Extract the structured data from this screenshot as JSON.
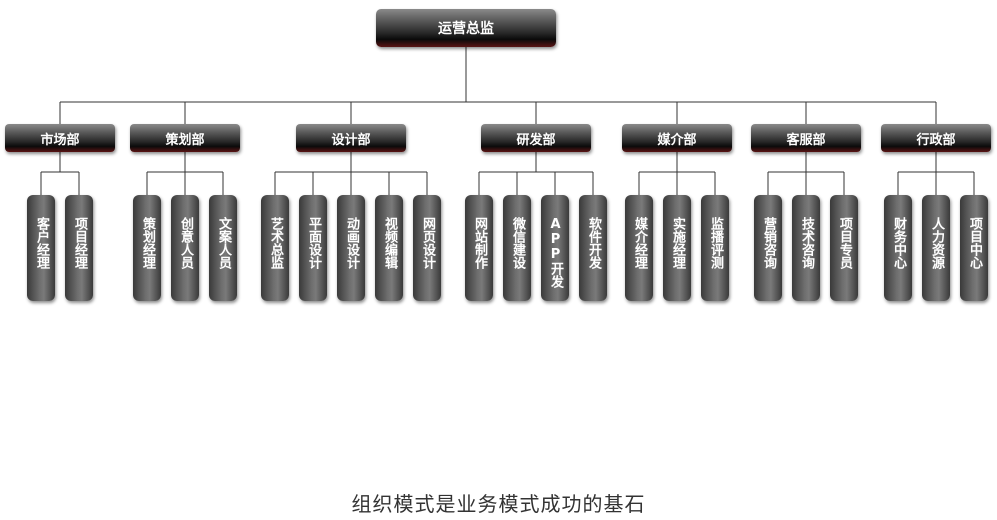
{
  "org": {
    "top": "运营总监",
    "departments": [
      {
        "name": "市场部",
        "roles": [
          "客户经理",
          "项目经理"
        ]
      },
      {
        "name": "策划部",
        "roles": [
          "策划经理",
          "创意人员",
          "文案人员"
        ]
      },
      {
        "name": "设计部",
        "roles": [
          "艺术总监",
          "平面设计",
          "动画设计",
          "视频编辑",
          "网页设计"
        ]
      },
      {
        "name": "研发部",
        "roles": [
          "网站制作",
          "微信建设",
          "APP开发",
          "软件开发"
        ]
      },
      {
        "name": "媒介部",
        "roles": [
          "媒介经理",
          "实施经理",
          "监播评测"
        ]
      },
      {
        "name": "客服部",
        "roles": [
          "营销咨询",
          "技术咨询",
          "项目专员"
        ]
      },
      {
        "name": "行政部",
        "roles": [
          "财务中心",
          "人力资源",
          "项目中心"
        ]
      }
    ]
  },
  "caption": "组织模式是业务模式成功的基石",
  "colors": {
    "line": "#333333",
    "box_dark": "#0a0a0a",
    "box_red": "#5a1414",
    "text": "#ffffff"
  }
}
